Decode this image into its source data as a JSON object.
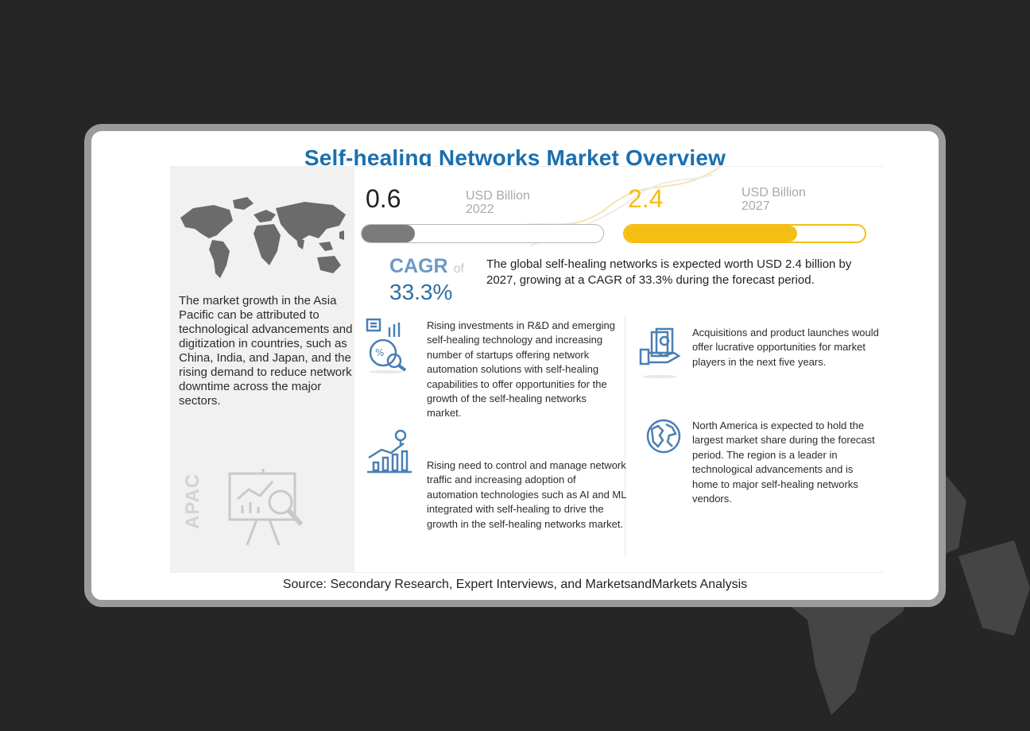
{
  "title": "Self-healing Networks Market Overview",
  "market_2022": {
    "value": "0.6",
    "unit": "USD Billion",
    "year": "2022",
    "progress_percent": 22,
    "color": "#7b7b7b"
  },
  "market_2027": {
    "value": "2.4",
    "unit": "USD Billion",
    "year": "2027",
    "progress_percent": 72,
    "color": "#f5be12"
  },
  "cagr": {
    "label": "CAGR",
    "of": "of",
    "value": "33.3%"
  },
  "summary": "The global self-healing networks is expected worth USD 2.4 billion by 2027, growing at a CAGR of 33.3% during the forecast period.",
  "apac": {
    "label": "APAC",
    "text": "The market growth in the Asia Pacific can be attributed to technological advancements and digitization in countries, such as China, India, and Japan, and the rising demand to reduce network downtime across the major sectors."
  },
  "points": [
    {
      "icon": "investment-analytics-icon",
      "text": "Rising investments in R&D and emerging self-healing technology and increasing number of startups offering network automation solutions with self-healing capabilities to offer opportunities for the growth of the self-healing networks market."
    },
    {
      "icon": "growth-chart-icon",
      "text": "Rising need to control and manage network traffic and increasing adoption of automation technologies such as AI and ML integrated with self-healing to drive the growth in the self-healing networks market."
    },
    {
      "icon": "money-hand-icon",
      "text": "Acquisitions and product launches would offer lucrative opportunities for market players in the next five years."
    },
    {
      "icon": "globe-icon",
      "text": "North America is expected to hold the largest market share during the forecast period. The region is a leader in technological advancements and is home to major self-healing networks vendors."
    }
  ],
  "source": "Source: Secondary Research, Expert Interviews, and MarketsandMarkets Analysis",
  "colors": {
    "title": "#1b6fae",
    "cagr": "#2e6fa6",
    "accent_yellow": "#f5be12",
    "icon_blue": "#4a7fb5"
  }
}
